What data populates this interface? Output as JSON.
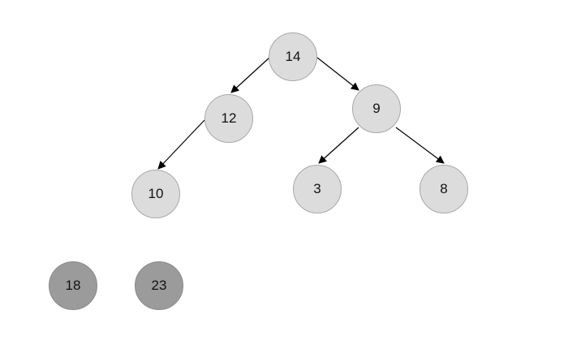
{
  "tree": {
    "nodes": [
      {
        "id": "n14",
        "value": "14",
        "shade": "light"
      },
      {
        "id": "n12",
        "value": "12",
        "shade": "light"
      },
      {
        "id": "n9",
        "value": "9",
        "shade": "light"
      },
      {
        "id": "n10",
        "value": "10",
        "shade": "light"
      },
      {
        "id": "n3",
        "value": "3",
        "shade": "light"
      },
      {
        "id": "n8",
        "value": "8",
        "shade": "light"
      }
    ],
    "edges": [
      {
        "from": "14",
        "to": "12"
      },
      {
        "from": "14",
        "to": "9"
      },
      {
        "from": "12",
        "to": "10"
      },
      {
        "from": "9",
        "to": "3"
      },
      {
        "from": "9",
        "to": "8"
      }
    ]
  },
  "detached": [
    {
      "value": "18",
      "shade": "dark"
    },
    {
      "value": "23",
      "shade": "dark"
    }
  ],
  "colors": {
    "light_fill": "#dcdcdc",
    "dark_fill": "#9b9b9b",
    "edge": "#000000"
  }
}
